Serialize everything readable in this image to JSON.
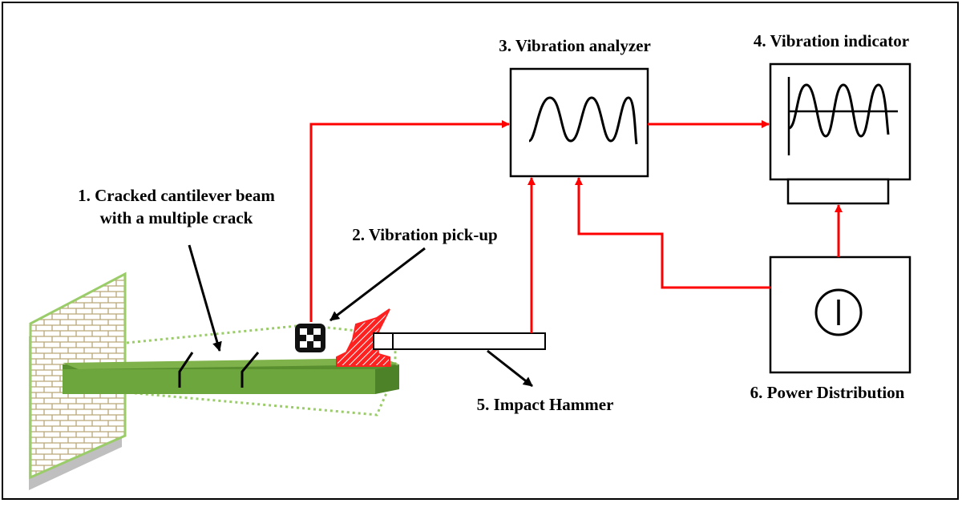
{
  "labels": {
    "beam_line1": "1. Cracked cantilever beam",
    "beam_line2": "with a multiple crack",
    "pickup": "2. Vibration pick-up",
    "analyzer": "3. Vibration analyzer",
    "indicator": "4. Vibration indicator",
    "hammer": "5. Impact Hammer",
    "power": "6. Power Distribution"
  },
  "colors": {
    "signal_line": "#ff0000",
    "beam": "#6aa43c",
    "beam_top": "#7fb24a",
    "wall_outline": "#9bcc6a",
    "brick": "#c9b98c",
    "hammer_head": "#ff2020"
  },
  "icons": {
    "analyzer_screen": "sine-wave-icon",
    "indicator_screen": "oscilloscope-wave-icon",
    "power_symbol": "power-icon",
    "pickup": "accelerometer-icon"
  }
}
